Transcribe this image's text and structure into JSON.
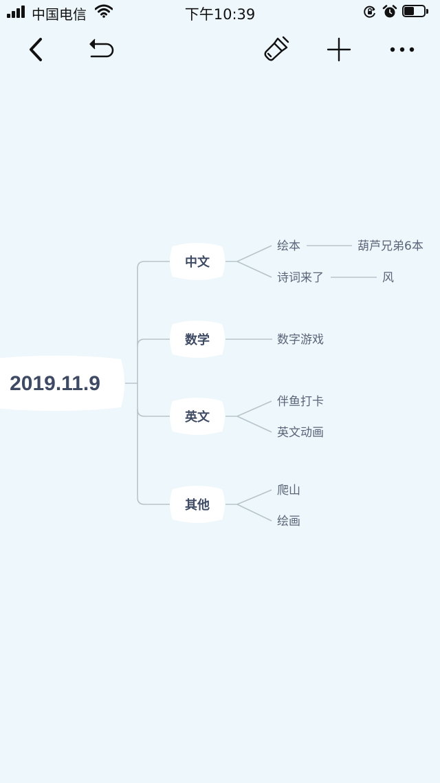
{
  "status_bar": {
    "carrier": "中国电信",
    "time": "下午10:39",
    "battery_level": 0.5
  },
  "toolbar": {
    "back_icon": "chevron-left-icon",
    "undo_icon": "undo-icon",
    "style_icon": "paint-brush-icon",
    "add_icon": "plus-icon",
    "more_icon": "more-horizontal-icon"
  },
  "mindmap": {
    "root": "2019.11.9",
    "branches": [
      {
        "label": "中文",
        "children": [
          {
            "label": "绘本",
            "children": [
              "葫芦兄弟6本"
            ]
          },
          {
            "label": "诗词来了",
            "children": [
              "风"
            ]
          }
        ]
      },
      {
        "label": "数学",
        "children": [
          {
            "label": "数字游戏",
            "children": []
          }
        ]
      },
      {
        "label": "英文",
        "children": [
          {
            "label": "伴鱼打卡",
            "children": []
          },
          {
            "label": "英文动画",
            "children": []
          }
        ]
      },
      {
        "label": "其他",
        "children": [
          {
            "label": "爬山",
            "children": []
          },
          {
            "label": "绘画",
            "children": []
          }
        ]
      }
    ]
  },
  "colors": {
    "background": "#eef7fb",
    "node_fill": "#ffffff",
    "connector": "#b7c3cb",
    "text_dark": "#3e4a63",
    "text_leaf": "#5b6478"
  }
}
